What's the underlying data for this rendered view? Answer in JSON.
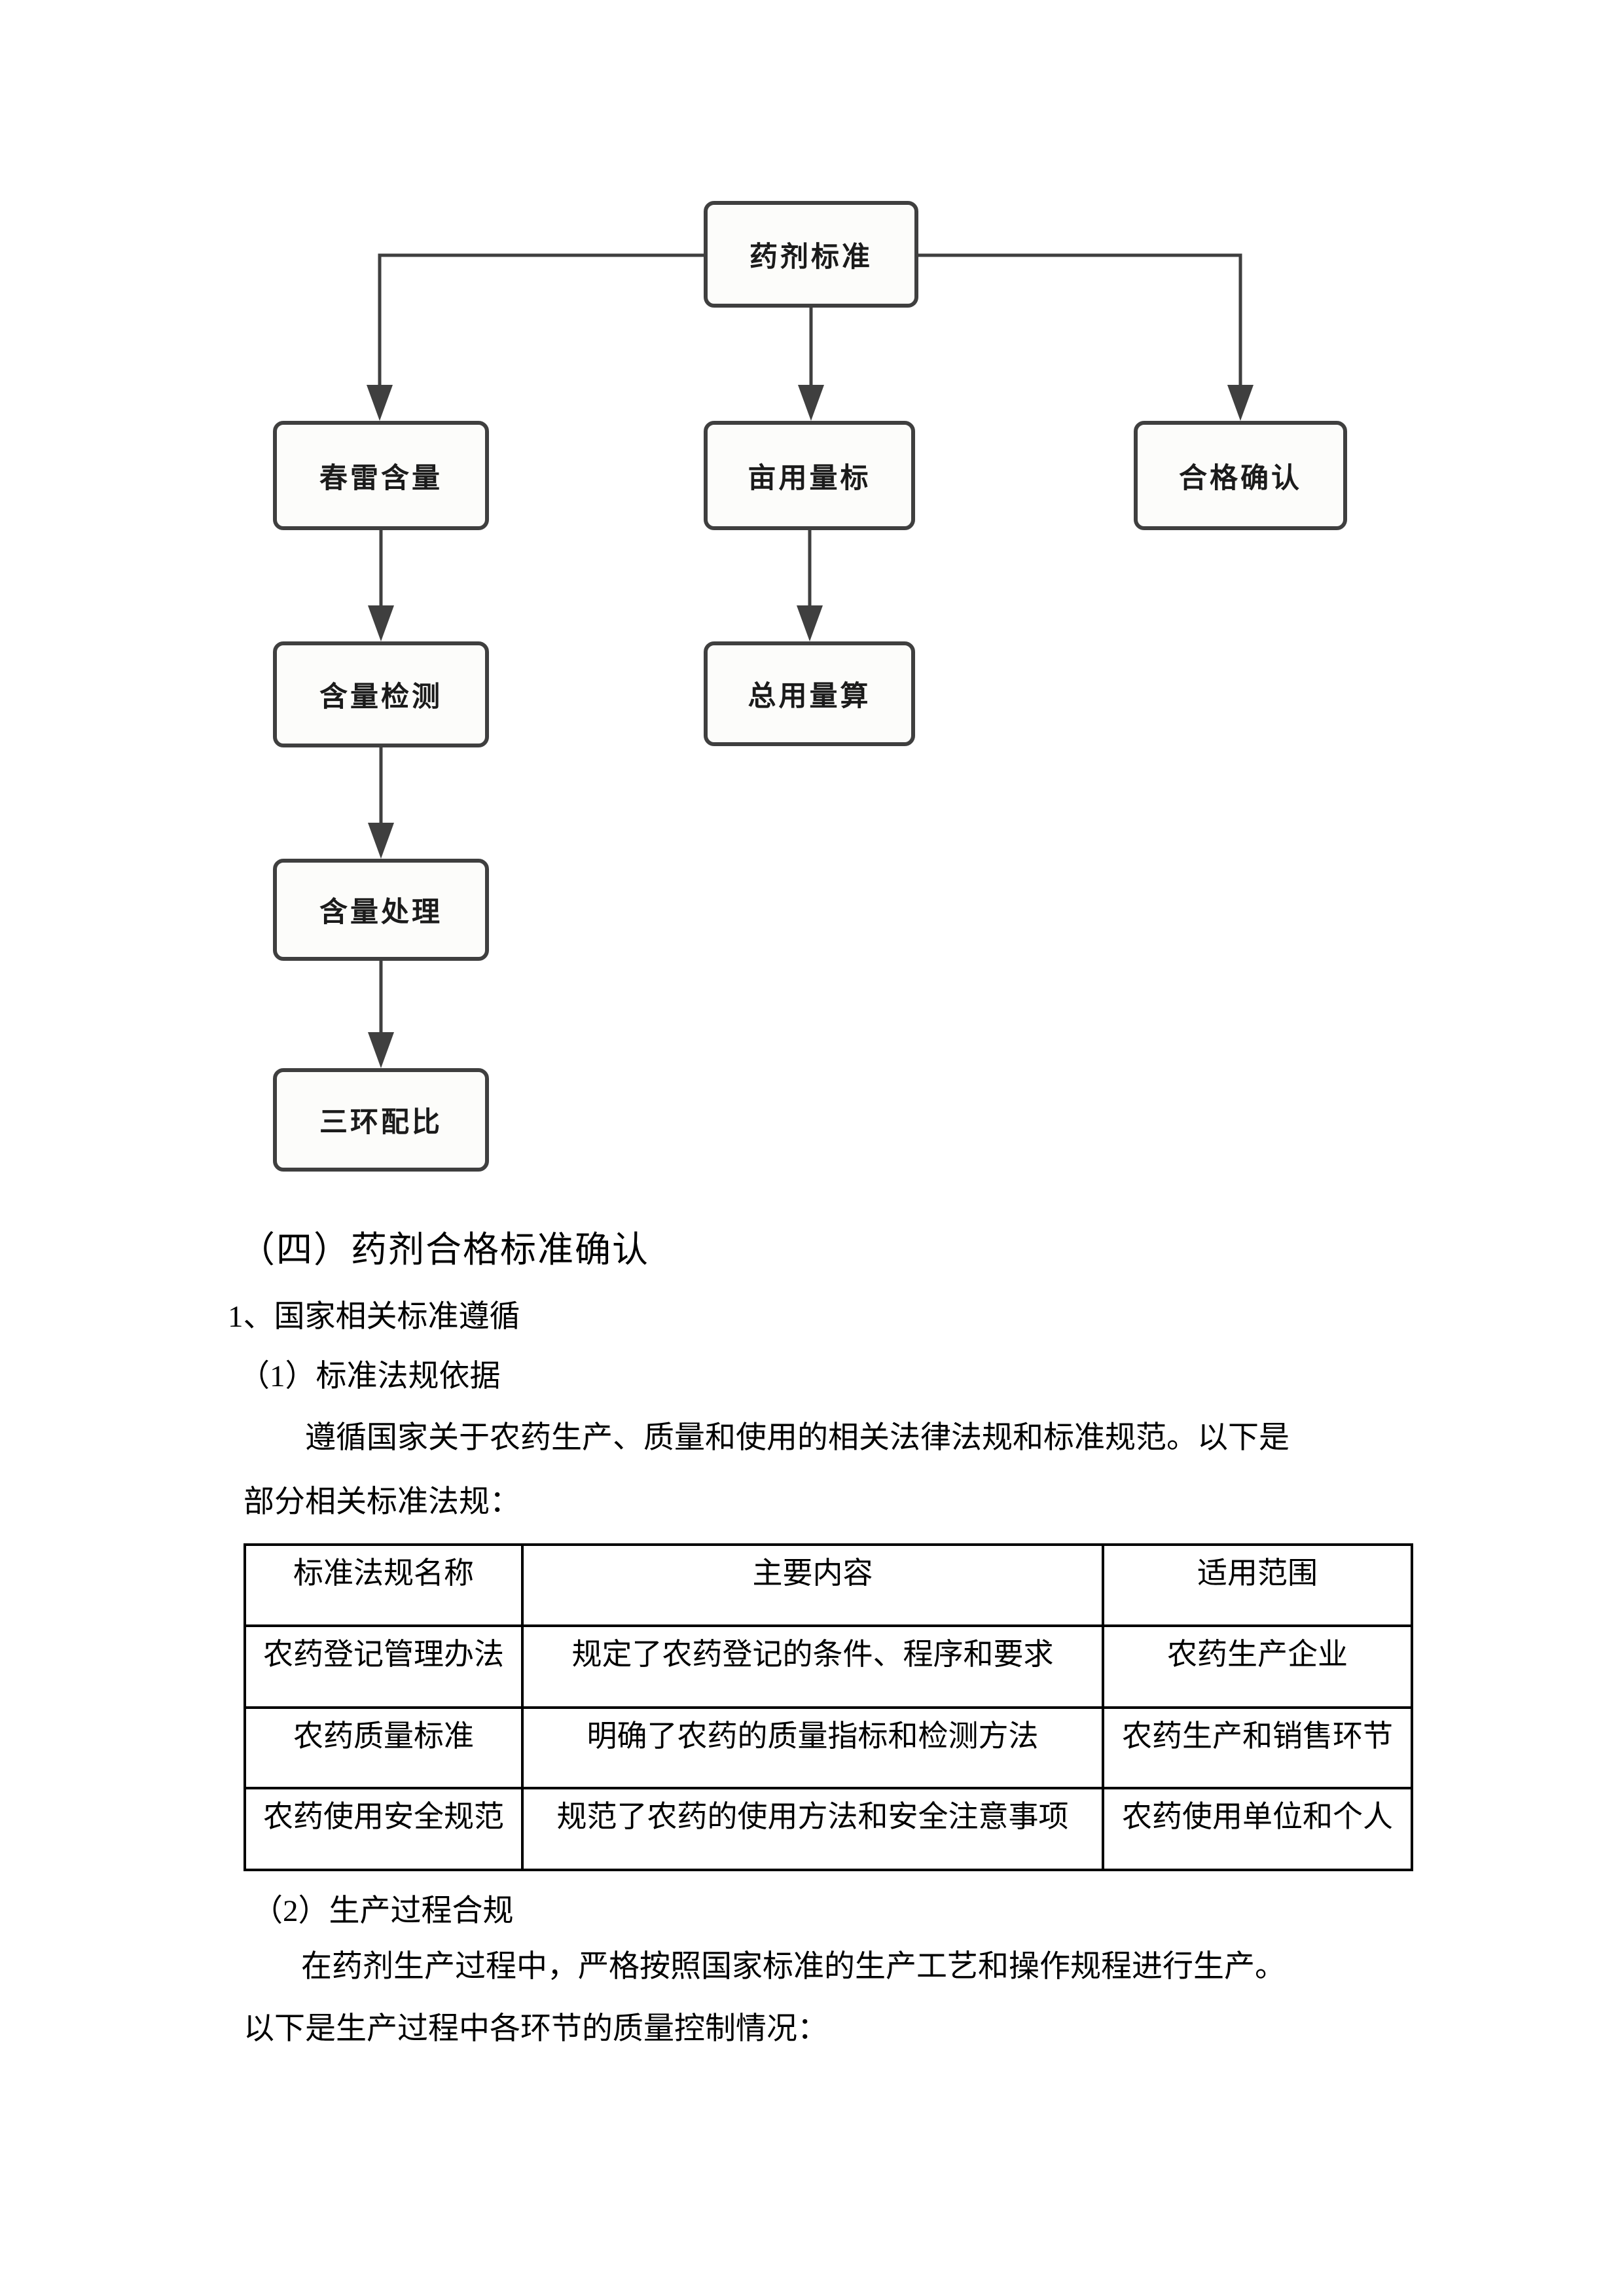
{
  "flowchart": {
    "nodes": [
      {
        "id": "root",
        "label": "药剂标准"
      },
      {
        "id": "left1",
        "label": "春雷含量"
      },
      {
        "id": "mid1",
        "label": "亩用量标"
      },
      {
        "id": "right1",
        "label": "合格确认"
      },
      {
        "id": "left2",
        "label": "含量检测"
      },
      {
        "id": "mid2",
        "label": "总用量算"
      },
      {
        "id": "left3",
        "label": "含量处理"
      },
      {
        "id": "left4",
        "label": "三环配比"
      }
    ],
    "edges": [
      "药剂标准→春雷含量",
      "药剂标准→亩用量标",
      "药剂标准→合格确认",
      "春雷含量→含量检测",
      "含量检测→含量处理",
      "含量处理→三环配比",
      "亩用量标→总用量算"
    ]
  },
  "sections": {
    "heading": "（四）药剂合格标准确认",
    "sub1": "1、国家相关标准遵循",
    "sub2": "（1）标准法规依据",
    "para1_line1": "遵循国家关于农药生产、质量和使用的相关法律法规和标准规范。以下是",
    "para1_line2": "部分相关标准法规：",
    "sub3": "（2）生产过程合规",
    "para2_line1": "在药剂生产过程中，严格按照国家标准的生产工艺和操作规程进行生产。",
    "para2_line2": "以下是生产过程中各环节的质量控制情况："
  },
  "table": {
    "headers": [
      "标准法规名称",
      "主要内容",
      "适用范围"
    ],
    "rows": [
      [
        "农药登记管理办法",
        "规定了农药登记的条件、程序和要求",
        "农药生产企业"
      ],
      [
        "农药质量标准",
        "明确了农药的质量指标和检测方法",
        "农药生产和销售环节"
      ],
      [
        "农药使用安全规范",
        "规范了农药的使用方法和安全注意事项",
        "农药使用单位和个人"
      ]
    ]
  },
  "colors": {
    "box_border": "#3f3f3f",
    "box_fill": "#fcfcfa",
    "connector": "#3f3f3f",
    "table_border": "#000000",
    "text": "#000000"
  }
}
